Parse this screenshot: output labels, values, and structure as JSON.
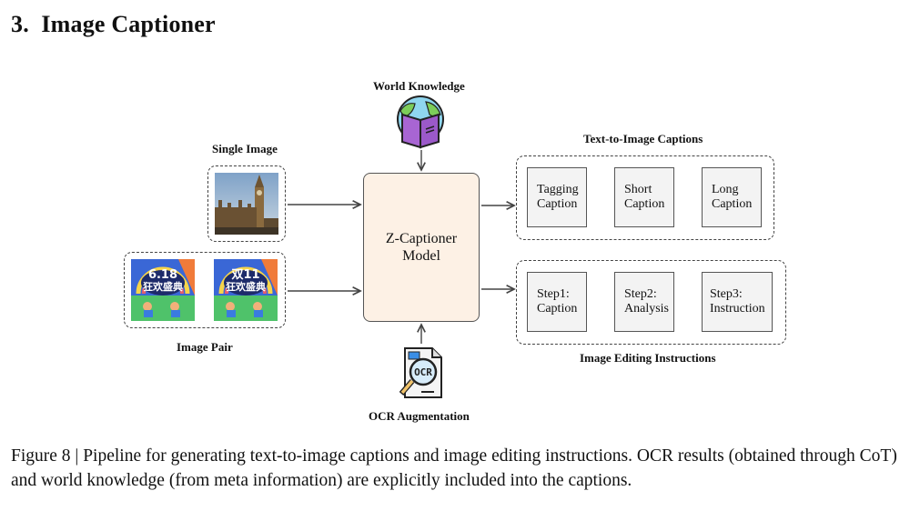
{
  "section": {
    "number": "3.",
    "title": "Image Captioner"
  },
  "inputs": {
    "world_knowledge": {
      "label": "World Knowledge",
      "icon": "globe-book-icon"
    },
    "single_image": {
      "label": "Single Image",
      "image": "big-ben-photo"
    },
    "image_pair": {
      "label": "Image Pair",
      "images": [
        {
          "badge_line1": "6.18",
          "badge_line2": "狂欢盛典"
        },
        {
          "badge_line1": "双11",
          "badge_line2": "狂欢盛典"
        }
      ]
    },
    "ocr": {
      "label": "OCR Augmentation",
      "icon": "ocr-document-icon",
      "icon_text": "OCR"
    }
  },
  "model": {
    "line1": "Z-Captioner",
    "line2": "Model"
  },
  "outputs": {
    "text_to_image": {
      "label": "Text-to-Image Captions",
      "items": [
        {
          "line1": "Tagging",
          "line2": "Caption"
        },
        {
          "line1": "Short",
          "line2": "Caption"
        },
        {
          "line1": "Long",
          "line2": "Caption"
        }
      ]
    },
    "image_editing": {
      "label": "Image Editing Instructions",
      "items": [
        {
          "line1": "Step1:",
          "line2": "Caption"
        },
        {
          "line1": "Step2:",
          "line2": "Analysis"
        },
        {
          "line1": "Step3:",
          "line2": "Instruction"
        }
      ]
    }
  },
  "figure_caption": "Figure 8 | Pipeline for generating text-to-image captions and image editing instructions. OCR results (obtained through CoT) and world knowledge (from meta information) are explicitly included into the captions.",
  "colors": {
    "model_fill": "#fdf1e5",
    "box_fill": "#f3f3f3",
    "book_purple": "#9b59c9",
    "globe_blue": "#8fd6ef",
    "globe_green": "#7ccd5a"
  }
}
